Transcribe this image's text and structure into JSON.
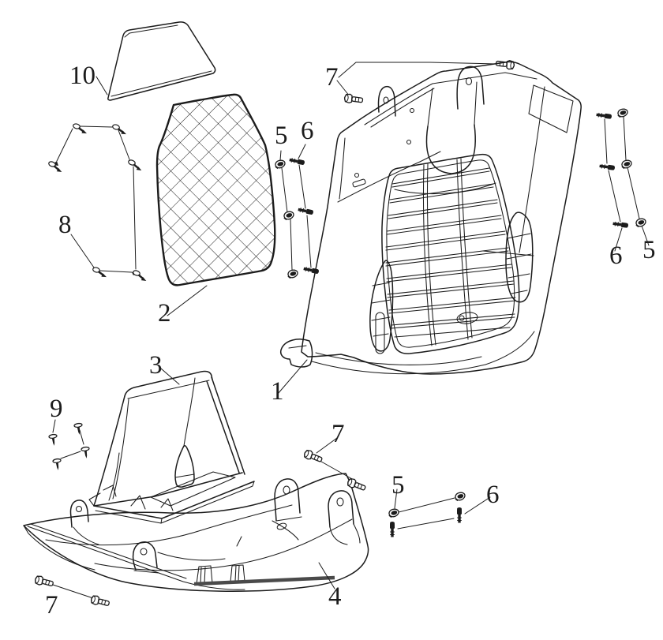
{
  "diagram": {
    "background_color": "#ffffff",
    "line_color": "#1c1c1c",
    "callouts": [
      {
        "label": "10",
        "part": "windshield-panel"
      },
      {
        "label": "8",
        "part": "screw-set-upper-left"
      },
      {
        "label": "2",
        "part": "mesh-mat"
      },
      {
        "label": "5",
        "part": "nut-clip-column-left"
      },
      {
        "label": "6",
        "part": "bolt-column-left"
      },
      {
        "label": "7",
        "part": "bolt-pair-top"
      },
      {
        "label": "6",
        "part": "bolt-column-right"
      },
      {
        "label": "5",
        "part": "nut-clip-column-right"
      },
      {
        "label": "1",
        "part": "front-panel"
      },
      {
        "label": "3",
        "part": "storage-box"
      },
      {
        "label": "9",
        "part": "screw-set-left"
      },
      {
        "label": "7",
        "part": "bolt-pair-middle"
      },
      {
        "label": "5",
        "part": "nut-clip-pair-bottom"
      },
      {
        "label": "6",
        "part": "bolt-pair-bottom"
      },
      {
        "label": "4",
        "part": "lower-panel"
      },
      {
        "label": "7",
        "part": "bolt-pair-bottom-left"
      }
    ]
  }
}
